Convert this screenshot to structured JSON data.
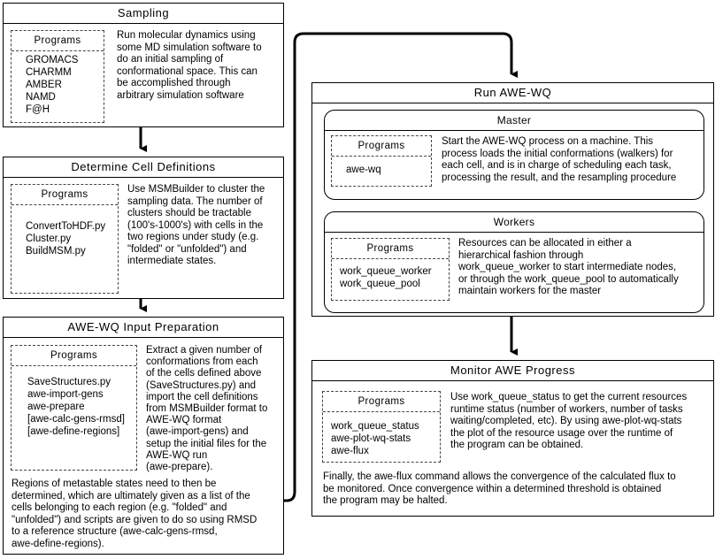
{
  "programs_label": "Programs",
  "sampling": {
    "title": "Sampling",
    "programs": [
      "GROMACS",
      "CHARMM",
      "AMBER",
      "NAMD",
      "F@H"
    ],
    "description": [
      "Run molecular dynamics using",
      "some MD simulation software to",
      "do an initial sampling of",
      "conformational space. This can",
      "be accomplished through",
      "arbitrary simulation software"
    ]
  },
  "cells": {
    "title": "Determine Cell Definitions",
    "programs": [
      "ConvertToHDF.py",
      "Cluster.py",
      "BuildMSM.py"
    ],
    "description": [
      "Use MSMBuilder to cluster the",
      "sampling data. The number of",
      "clusters should be tractable",
      "(100's-1000's) with cells in the",
      "two regions under study (e.g.",
      "\"folded\" or \"unfolded\") and",
      "intermediate states."
    ]
  },
  "prep": {
    "title": "AWE-WQ Input Preparation",
    "programs": [
      "SaveStructures.py",
      "awe-import-gens",
      "awe-prepare",
      "[awe-calc-gens-rmsd]",
      "[awe-define-regions]"
    ],
    "description": [
      "Extract a given number of",
      "conformations from each",
      "of the cells defined above",
      "(SaveStructures.py) and",
      "import the cell definitions",
      "from MSMBuilder format to",
      "AWE-WQ format",
      "(awe-import-gens) and",
      "setup the initial files for the",
      "AWE-WQ run",
      "(awe-prepare)."
    ],
    "note": [
      "Regions of metastable states need to then be",
      "determined, which are ultimately given as a list of the",
      "cells belonging to each region (e.g. \"folded\" and",
      "\"unfolded\") and scripts are given to do so using RMSD",
      "to a reference structure (awe-calc-gens-rmsd,",
      "awe-define-regions)."
    ]
  },
  "run": {
    "title": "Run AWE-WQ",
    "master": {
      "title": "Master",
      "programs": [
        "awe-wq"
      ],
      "description": [
        "Start the AWE-WQ process on a machine. This",
        "process loads the initial conformations (walkers) for",
        "each cell, and is in charge of scheduling each task,",
        "processing the result, and the resampling procedure"
      ]
    },
    "workers": {
      "title": "Workers",
      "programs": [
        "work_queue_worker",
        "work_queue_pool"
      ],
      "description": [
        "Resources can be allocated in either a",
        "hierarchical fashion through",
        "work_queue_worker to start intermediate nodes,",
        "or through the work_queue_pool to automatically",
        "maintain workers for the master"
      ]
    }
  },
  "monitor": {
    "title": "Monitor AWE Progress",
    "programs": [
      "work_queue_status",
      "awe-plot-wq-stats",
      "awe-flux"
    ],
    "description": [
      "Use work_queue_status to get the current resources",
      "runtime status (number of workers, number of tasks",
      "waiting/completed, etc). By using awe-plot-wq-stats",
      "the plot of the resource usage over the runtime of",
      "the program can be obtained."
    ],
    "note": [
      "Finally, the awe-flux command allows the convergence of the calculated flux to",
      "be monitored. Once convergence within a determined threshold is obtained",
      "the program may be halted."
    ]
  }
}
